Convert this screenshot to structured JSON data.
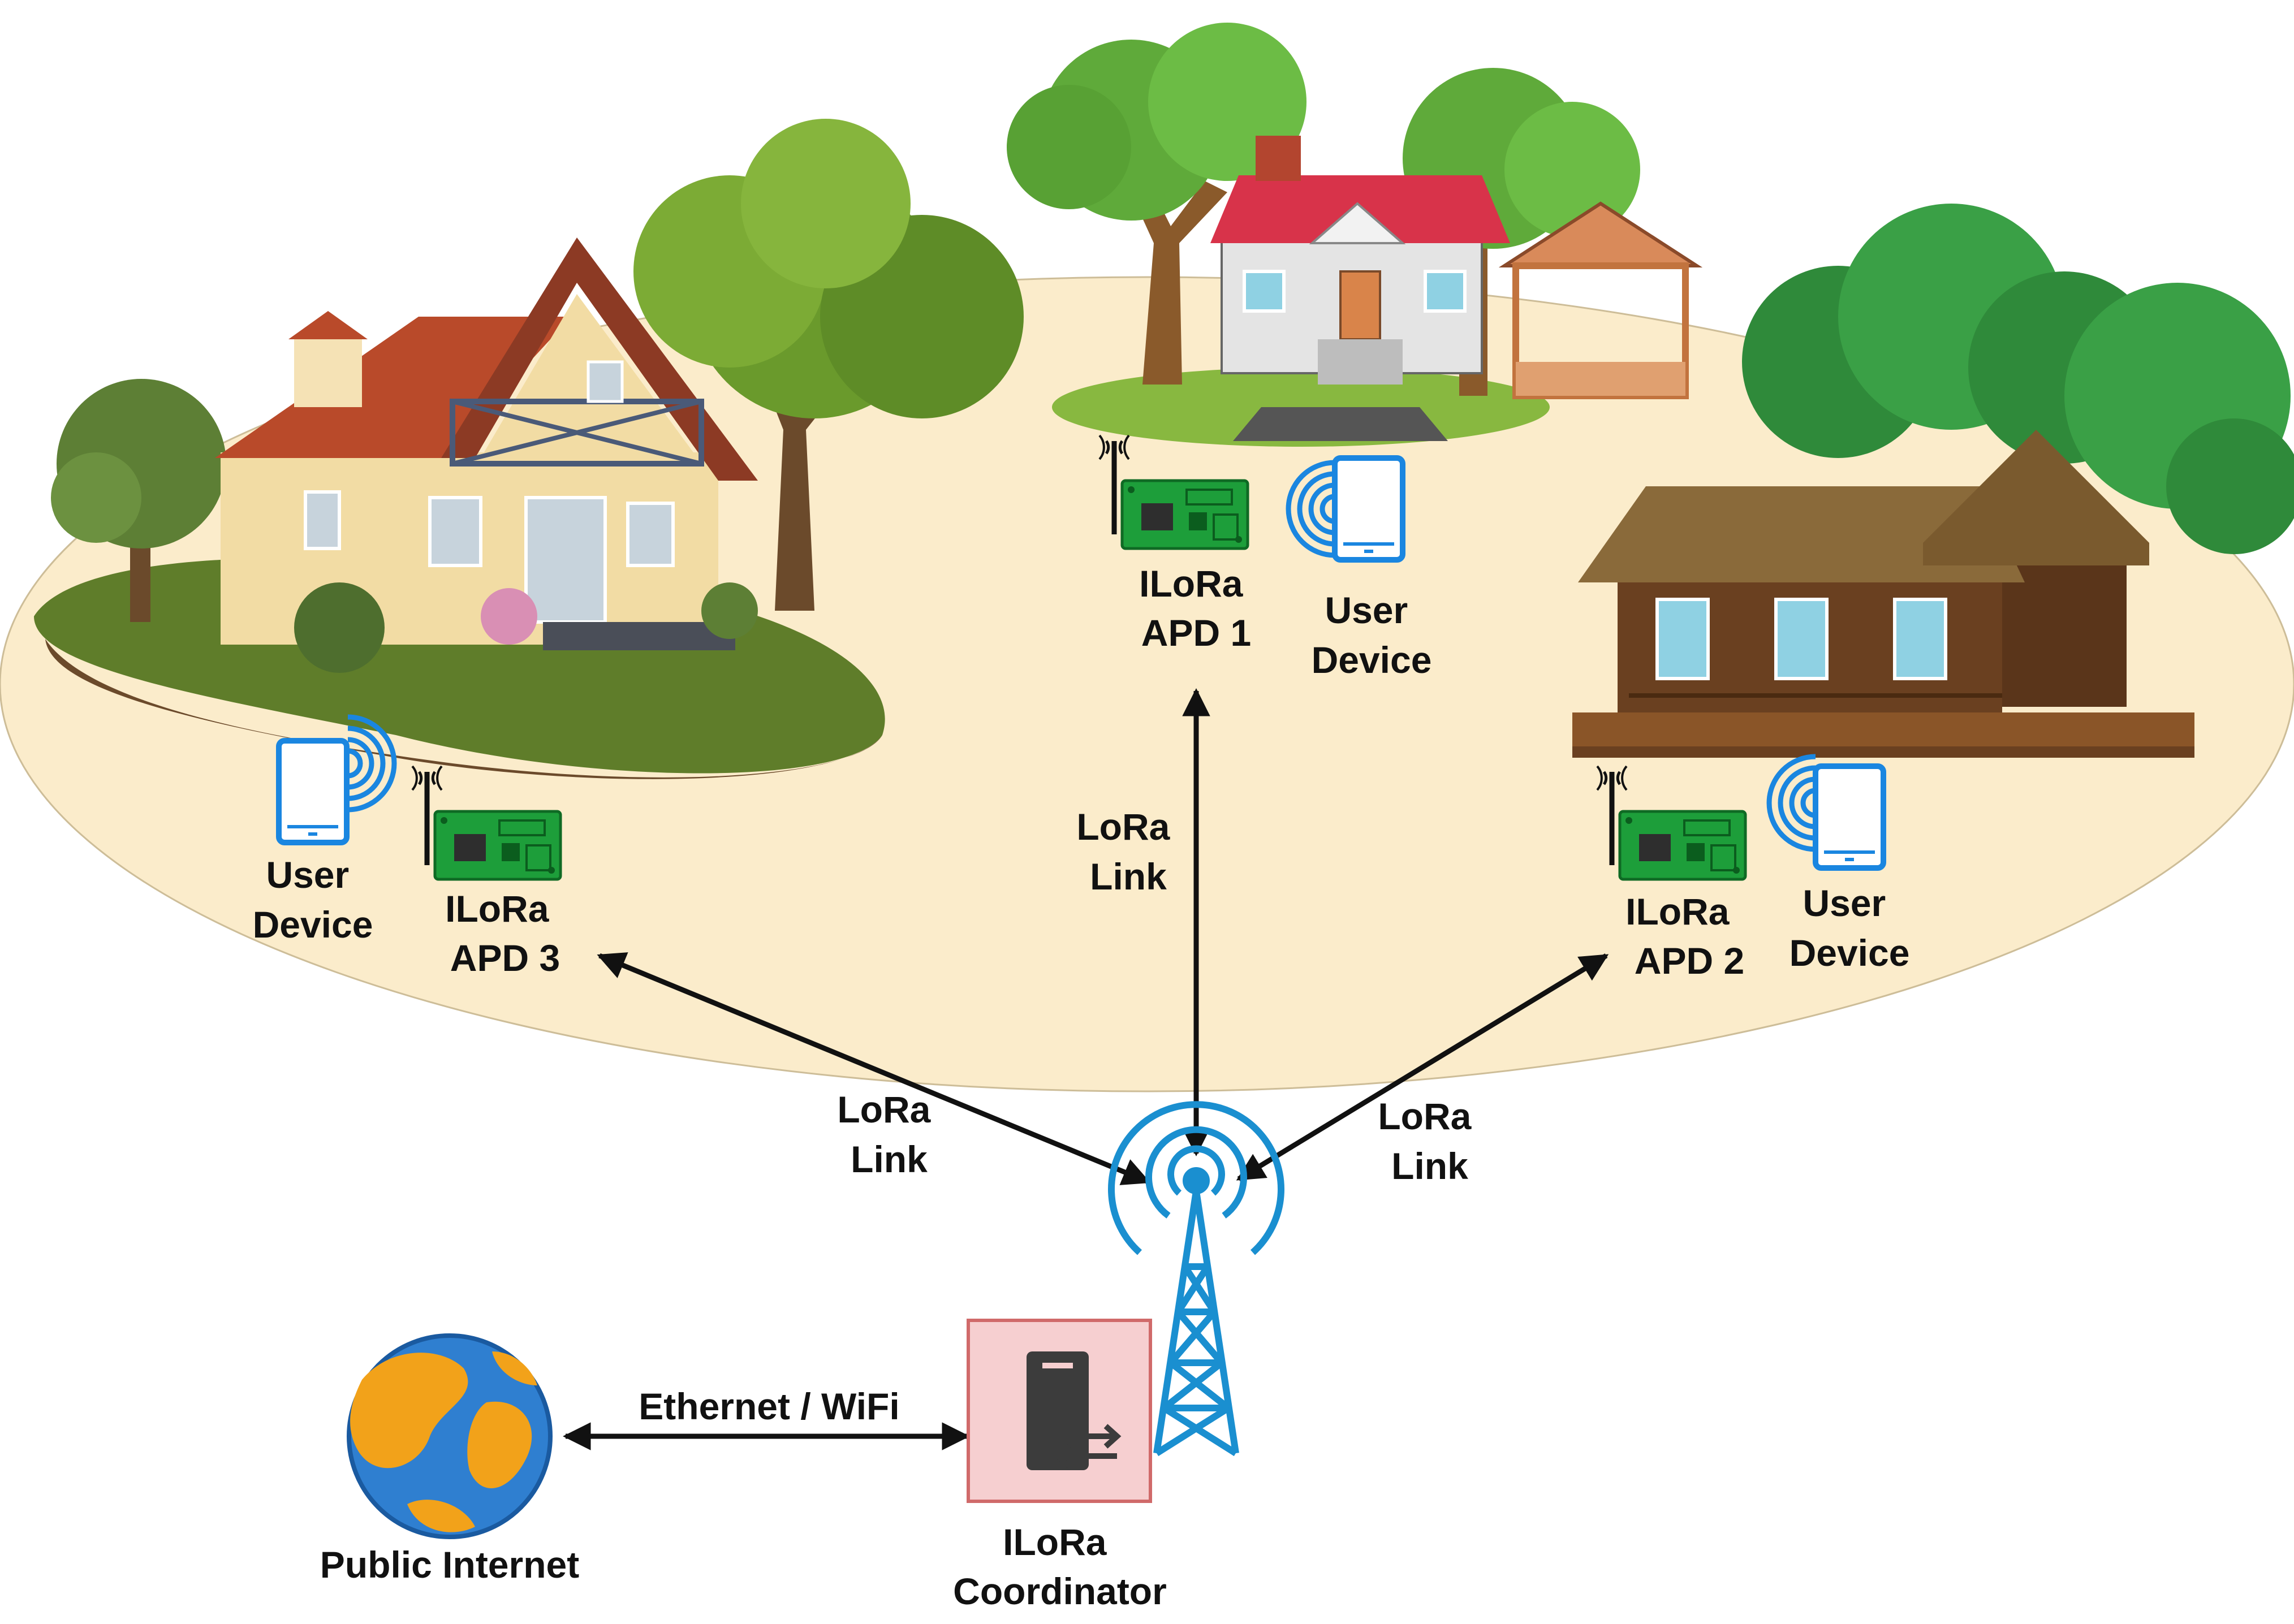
{
  "labels": {
    "apd1": [
      "ILoRa",
      "APD 1"
    ],
    "apd2": [
      "ILoRa",
      "APD 2"
    ],
    "apd3": [
      "ILoRa",
      "APD 3"
    ],
    "user_device": [
      "User",
      "Device"
    ],
    "lora_link": [
      "LoRa",
      "Link"
    ],
    "ethernet_wifi": "Ethernet / WiFi",
    "public_internet": "Public Internet",
    "coordinator": [
      "ILoRa",
      "Coordinator"
    ]
  },
  "colors": {
    "coverage_area": "#fbeccb",
    "device_blue": "#1a86e0",
    "tower_blue": "#1a8fd0",
    "board_green": "#1d9e3a",
    "coordinator_fill": "#f6cfd0",
    "coordinator_border": "#d06a6a",
    "arrow": "#111111"
  },
  "icons": {
    "user_device": "tablet-icon",
    "wireless": "wifi-signal-icon",
    "apd": "lora-board-icon",
    "tower": "radio-tower-icon",
    "coordinator": "server-icon",
    "internet": "globe-icon"
  }
}
